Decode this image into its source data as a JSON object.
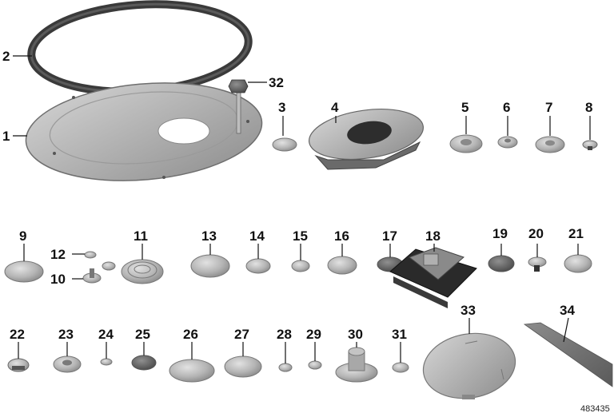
{
  "diagram": {
    "reference_number": "483435",
    "part_labels": [
      "1",
      "2",
      "3",
      "4",
      "5",
      "6",
      "7",
      "8",
      "9",
      "10",
      "11",
      "12",
      "13",
      "14",
      "15",
      "16",
      "17",
      "18",
      "19",
      "20",
      "21",
      "22",
      "23",
      "24",
      "25",
      "26",
      "27",
      "28",
      "29",
      "30",
      "31",
      "32",
      "33",
      "34"
    ]
  },
  "colors": {
    "part_light": "#cfcfcf",
    "part_mid": "#a9a9a9",
    "part_dark": "#7a7a7a",
    "part_black": "#2a2a2a",
    "gasket": "#3a3a3a"
  }
}
